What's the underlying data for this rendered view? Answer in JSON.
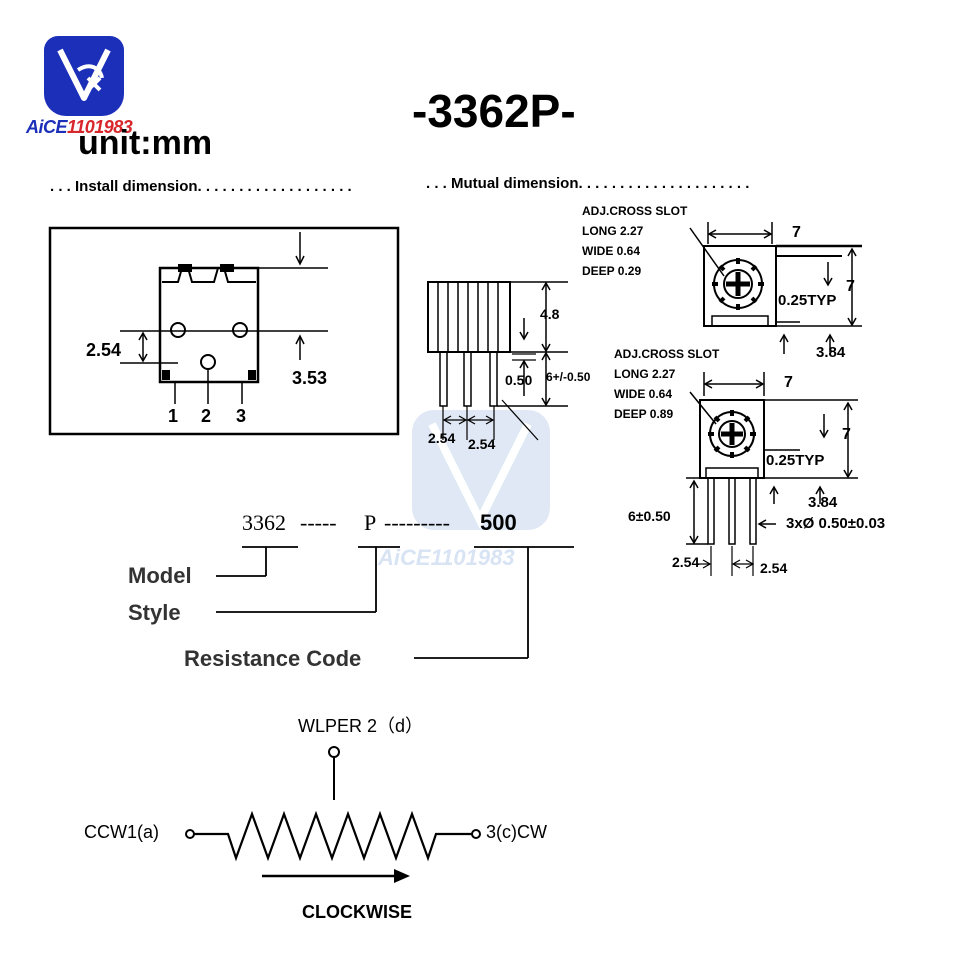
{
  "brand": {
    "prefix": "AiCE",
    "suffix": "1101983"
  },
  "title": "-3362P-",
  "unit": "unit:mm",
  "sections": {
    "install": ". . . Install dimension. . . . . . . . . . . . . . . . . . .",
    "mutual": ". . . Mutual dimension. . . . . . . . . . . . . . . . . . . . ."
  },
  "install": {
    "dim_pitch": "2.54",
    "dim_height": "3.53",
    "pins": [
      "1",
      "2",
      "3"
    ]
  },
  "side_view": {
    "dim_top": "4.8",
    "dim_pin": "0.50",
    "dim_leg": "6+/-0.50",
    "pitch_left": "2.54",
    "pitch_right": "2.54"
  },
  "top_view": {
    "adj": [
      "ADJ.CROSS  SLOT",
      "LONG 2.27",
      "WIDE 0.64",
      "DEEP 0.29"
    ],
    "width": "7",
    "height": "7",
    "typ": "0.25TYP",
    "depth": "3.84"
  },
  "bottom_view": {
    "adj": [
      "ADJ.CROSS  SLOT",
      "LONG 2.27",
      "WIDE 0.64",
      "DEEP 0.89"
    ],
    "width": "7",
    "height": "7",
    "typ": "0.25TYP",
    "depth": "3.84",
    "leg": "6±0.50",
    "pin_dia": "3xØ 0.50±0.03",
    "pitch_left": "2.54",
    "pitch_right": "2.54"
  },
  "part_code": {
    "model": "3362",
    "style": "P",
    "resistance": "500",
    "labels": {
      "model": "Model",
      "style": "Style",
      "resistance": "Resistance Code"
    }
  },
  "schematic": {
    "wiper": "WLPER 2（d）",
    "ccw": "CCW1(a)",
    "cw": "3(c)CW",
    "direction": "CLOCKWISE"
  }
}
